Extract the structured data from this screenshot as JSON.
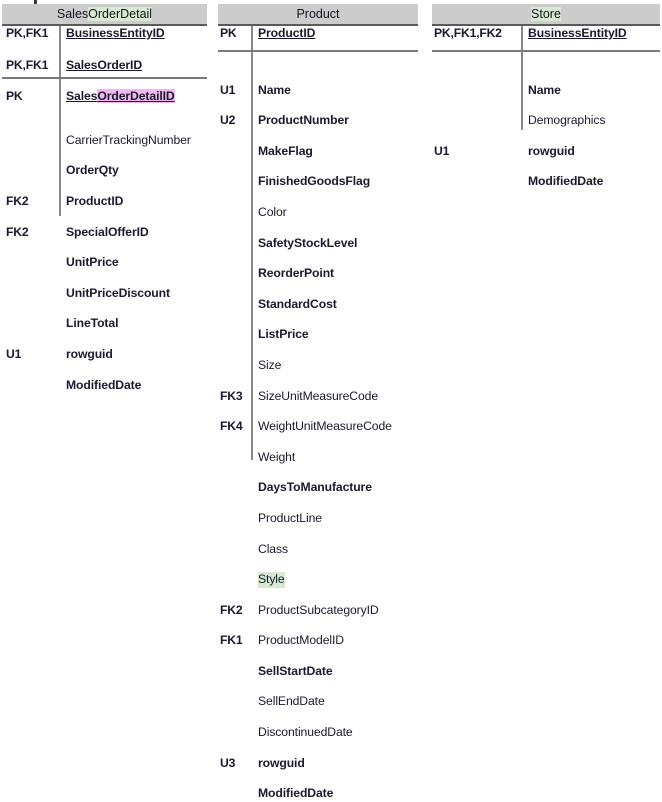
{
  "diagram": {
    "type": "entity-relationship-diagram",
    "highlight_colors": {
      "green": "#d6e9d2",
      "pink": "#f2b8ef"
    },
    "header_background": "#cccccc"
  },
  "entities": [
    {
      "id": "salesorderdetail",
      "title": "SalesOrderDetail",
      "title_plain": "Sales",
      "title_highlight": "OrderDetail",
      "keys": [
        {
          "key": "PK,FK1",
          "name": "BusinessEntityID",
          "style": "pk"
        },
        {
          "key": "PK,FK1",
          "name": "SalesOrderID",
          "style": "pk"
        },
        {
          "key": "PK",
          "name_plain": "Sales",
          "name_highlight": "OrderDetailID",
          "name": "SalesOrderDetailID",
          "style": "pk",
          "highlight": "pink"
        }
      ],
      "attributes": [
        {
          "key": "",
          "name": "CarrierTrackingNumber",
          "style": "normal"
        },
        {
          "key": "",
          "name": "OrderQty",
          "style": "bold"
        },
        {
          "key": "FK2",
          "name": "ProductID",
          "style": "bold"
        },
        {
          "key": "FK2",
          "name": "SpecialOfferID",
          "style": "bold"
        },
        {
          "key": "",
          "name": "UnitPrice",
          "style": "bold"
        },
        {
          "key": "",
          "name": "UnitPriceDiscount",
          "style": "bold"
        },
        {
          "key": "",
          "name": "LineTotal",
          "style": "bold"
        },
        {
          "key": "U1",
          "name": "rowguid",
          "style": "bold"
        },
        {
          "key": "",
          "name": "ModifiedDate",
          "style": "bold"
        }
      ]
    },
    {
      "id": "product",
      "title": "Product",
      "title_plain": "Product",
      "title_highlight": "",
      "keys": [
        {
          "key": "PK",
          "name": "ProductID",
          "style": "pk"
        }
      ],
      "attributes": [
        {
          "key": "U1",
          "name": "Name",
          "style": "bold"
        },
        {
          "key": "U2",
          "name": "ProductNumber",
          "style": "bold"
        },
        {
          "key": "",
          "name": "MakeFlag",
          "style": "bold"
        },
        {
          "key": "",
          "name": "FinishedGoodsFlag",
          "style": "bold"
        },
        {
          "key": "",
          "name": "Color",
          "style": "normal"
        },
        {
          "key": "",
          "name": "SafetyStockLevel",
          "style": "bold"
        },
        {
          "key": "",
          "name": "ReorderPoint",
          "style": "bold"
        },
        {
          "key": "",
          "name": "StandardCost",
          "style": "bold"
        },
        {
          "key": "",
          "name": "ListPrice",
          "style": "bold"
        },
        {
          "key": "",
          "name": "Size",
          "style": "normal"
        },
        {
          "key": "FK3",
          "name": "SizeUnitMeasureCode",
          "style": "normal"
        },
        {
          "key": "FK4",
          "name": "WeightUnitMeasureCode",
          "style": "normal"
        },
        {
          "key": "",
          "name": "Weight",
          "style": "normal"
        },
        {
          "key": "",
          "name": "DaysToManufacture",
          "style": "bold"
        },
        {
          "key": "",
          "name": "ProductLine",
          "style": "normal"
        },
        {
          "key": "",
          "name": "Class",
          "style": "normal"
        },
        {
          "key": "",
          "name": "Style",
          "style": "normal",
          "highlight": "green"
        },
        {
          "key": "FK2",
          "name": "ProductSubcategoryID",
          "style": "normal"
        },
        {
          "key": "FK1",
          "name": "ProductModelID",
          "style": "normal"
        },
        {
          "key": "",
          "name": "SellStartDate",
          "style": "bold"
        },
        {
          "key": "",
          "name": "SellEndDate",
          "style": "normal"
        },
        {
          "key": "",
          "name": "DiscontinuedDate",
          "style": "normal"
        },
        {
          "key": "U3",
          "name": "rowguid",
          "style": "bold"
        },
        {
          "key": "",
          "name": "ModifiedDate",
          "style": "bold"
        }
      ]
    },
    {
      "id": "store",
      "title": "Store",
      "title_plain": "",
      "title_highlight": "Store",
      "keys": [
        {
          "key": "PK,FK1,FK2",
          "name": "BusinessEntityID",
          "style": "pk"
        }
      ],
      "attributes": [
        {
          "key": "",
          "name": "Name",
          "style": "bold"
        },
        {
          "key": "",
          "name": "Demographics",
          "style": "normal"
        },
        {
          "key": "U1",
          "name": "rowguid",
          "style": "bold"
        },
        {
          "key": "",
          "name": "ModifiedDate",
          "style": "bold"
        }
      ]
    }
  ]
}
